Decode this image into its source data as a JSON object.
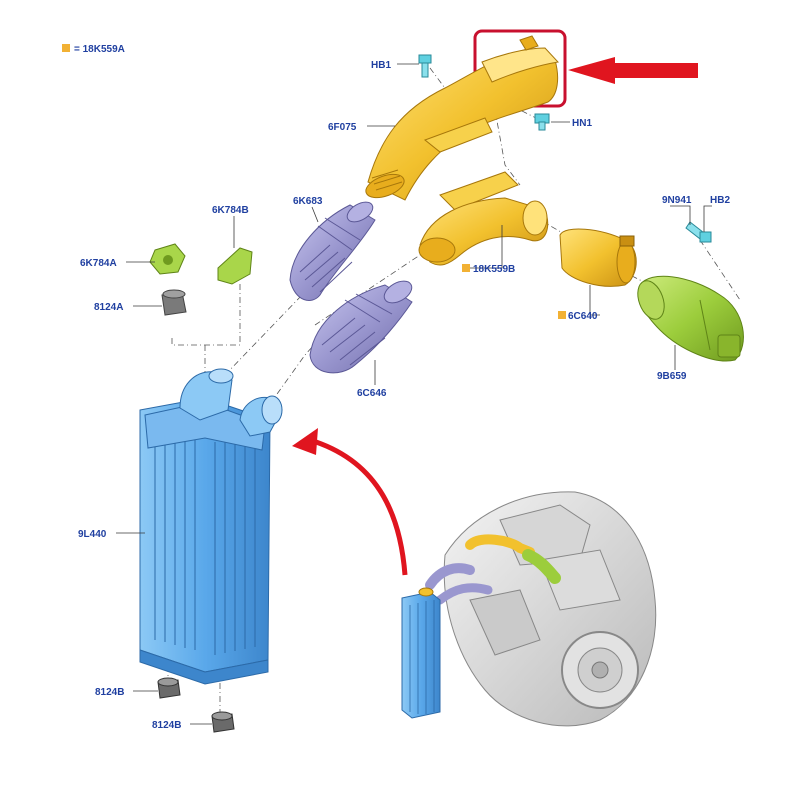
{
  "legend": {
    "text": "= 18K559A",
    "swatch_color": "#f2b134"
  },
  "labels": {
    "hb1": "HB1",
    "hn1": "HN1",
    "l6f075": "6F075",
    "l6k683": "6K683",
    "l6k784b": "6K784B",
    "l6k784a": "6K784A",
    "l8124a": "8124A",
    "l18k559b": "18K559B",
    "l6c640": "6C640",
    "l9n941": "9N941",
    "hb2": "HB2",
    "l9b659": "9B659",
    "l6c646": "6C646",
    "l9l440": "9L440",
    "l8124b_1": "8124B",
    "l8124b_2": "8124B"
  },
  "colors": {
    "label": "#1f3fa0",
    "duct_yellow": "#f2c12e",
    "hose_purple": "#9a97cf",
    "intercooler_blue": "#5aa8ea",
    "filter_green": "#9ccd3c",
    "highlight_red": "#c8102e",
    "fastener_cyan": "#5fd0e0"
  }
}
